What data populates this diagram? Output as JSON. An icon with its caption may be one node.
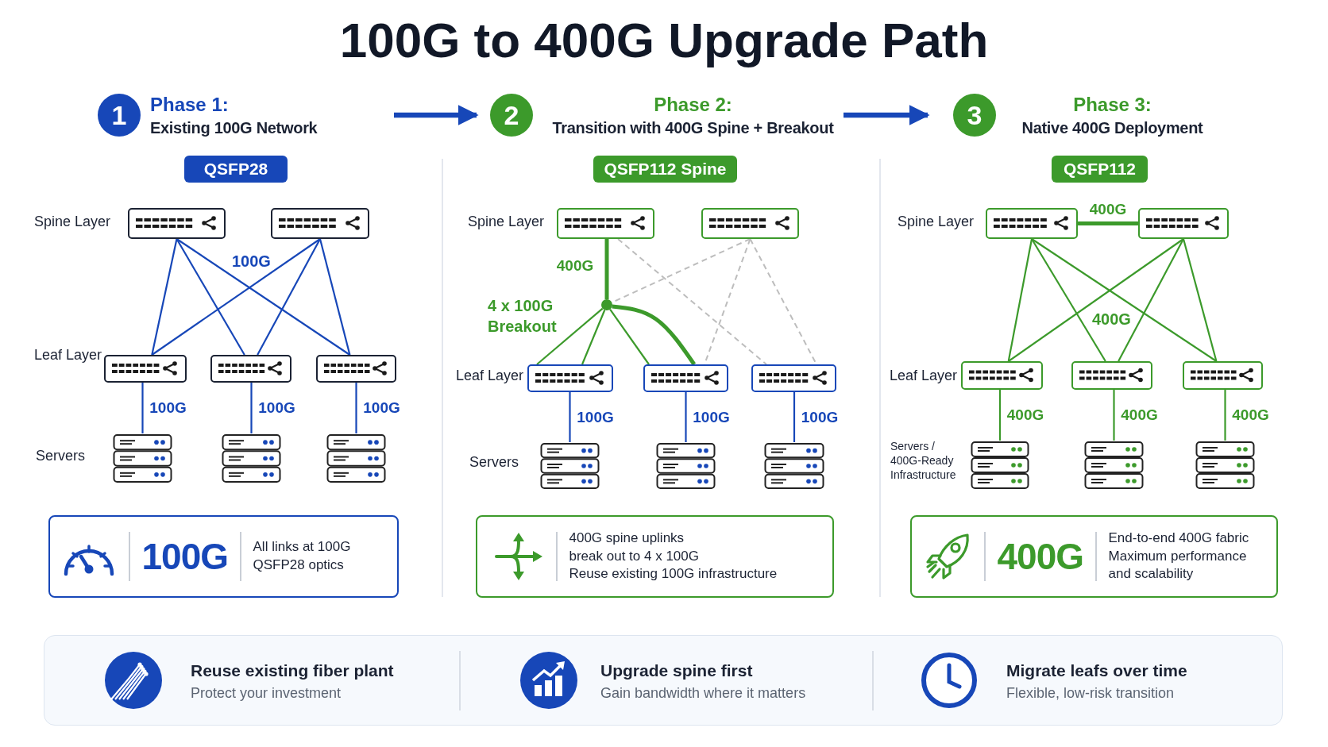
{
  "diagram": {
    "title": "100G to 400G Upgrade Path",
    "nodes": [
      {
        "text": [
          "1",
          "Phase 1:",
          "Existing 100G Network"
        ]
      },
      {
        "text": [
          "2",
          "Phase 2:",
          "Transition with 400G Spine + Breakout"
        ]
      },
      {
        "text": [
          "3",
          "Phase 3:",
          "Native 400G Deployment"
        ]
      },
      {
        "text": [
          "QSFP28"
        ]
      },
      {
        "text": [],
        "shape": "box"
      },
      {
        "text": [],
        "shape": "box"
      },
      {
        "text": [],
        "shape": "box"
      },
      {
        "text": [],
        "shape": "box"
      },
      {
        "text": [],
        "shape": "box"
      },
      {
        "text": [],
        "shape": "server"
      },
      {
        "text": [],
        "shape": "server"
      },
      {
        "text": [],
        "shape": "server"
      },
      {
        "text": [
          "100G",
          "All links at 100G",
          "QSFP28 optics"
        ]
      },
      {
        "text": [
          "QSFP112 Spine"
        ]
      },
      {
        "text": [],
        "shape": "box"
      },
      {
        "text": [],
        "shape": "box"
      },
      {
        "text": [],
        "shape": "circle"
      },
      {
        "text": [],
        "shape": "box"
      },
      {
        "text": [],
        "shape": "box"
      },
      {
        "text": [],
        "shape": "box"
      },
      {
        "text": [],
        "shape": "server"
      },
      {
        "text": [],
        "shape": "server"
      },
      {
        "text": [],
        "shape": "server"
      },
      {
        "text": [
          "400G spine uplinks",
          "break out to 4 x 100G",
          "Reuse existing 100G infrastructure"
        ]
      },
      {
        "text": [
          "QSFP112"
        ]
      },
      {
        "text": [],
        "shape": "box"
      },
      {
        "text": [],
        "shape": "box"
      },
      {
        "text": [],
        "shape": "box"
      },
      {
        "text": [],
        "shape": "box"
      },
      {
        "text": [],
        "shape": "box"
      },
      {
        "text": [],
        "shape": "server"
      },
      {
        "text": [],
        "shape": "server"
      },
      {
        "text": [],
        "shape": "server"
      },
      {
        "text": [
          "400G",
          "End-to-end 400G fabric",
          "Maximum performance and scalability"
        ]
      }
    ],
    "edges": [
      {
        "from": 0,
        "to": 1,
        "arrow": "to",
        "style": "thick",
        "color": "#1747b8"
      },
      {
        "from": 1,
        "to": 2,
        "arrow": "to",
        "style": "thick",
        "color": "#1747b8"
      },
      {
        "from": 4,
        "to": 6,
        "arrow": "none",
        "color": "#1747b8"
      },
      {
        "from": 4,
        "to": 7,
        "arrow": "none",
        "color": "#1747b8"
      },
      {
        "from": 4,
        "to": 8,
        "arrow": "none",
        "color": "#1747b8"
      },
      {
        "from": 5,
        "to": 6,
        "arrow": "none",
        "color": "#1747b8"
      },
      {
        "from": 5,
        "to": 7,
        "arrow": "none",
        "color": "#1747b8"
      },
      {
        "from": 5,
        "to": 8,
        "arrow": "none",
        "color": "#1747b8"
      },
      {
        "from": 6,
        "to": 9,
        "arrow": "none",
        "label": "100G",
        "color": "#1747b8"
      },
      {
        "from": 7,
        "to": 10,
        "arrow": "none",
        "label": "100G",
        "color": "#1747b8"
      },
      {
        "from": 8,
        "to": 11,
        "arrow": "none",
        "label": "100G",
        "color": "#1747b8"
      },
      {
        "from": 14,
        "to": 16,
        "arrow": "none",
        "label": "400G",
        "style": "thick",
        "color": "#3c9a2b"
      },
      {
        "from": 16,
        "to": 17,
        "arrow": "none",
        "color": "#3c9a2b"
      },
      {
        "from": 16,
        "to": 17,
        "arrow": "none",
        "color": "#3c9a2b"
      },
      {
        "from": 16,
        "to": 18,
        "arrow": "none",
        "color": "#3c9a2b"
      },
      {
        "from": 16,
        "to": 18,
        "arrow": "none",
        "style": "thick",
        "color": "#3c9a2b"
      },
      {
        "from": 14,
        "to": 19,
        "arrow": "none",
        "style": "dashed",
        "color": "#bdbdbd"
      },
      {
        "from": 15,
        "to": 16,
        "arrow": "none",
        "style": "dashed",
        "color": "#bdbdbd"
      },
      {
        "from": 15,
        "to": 18,
        "arrow": "none",
        "style": "dashed",
        "color": "#bdbdbd"
      },
      {
        "from": 15,
        "to": 19,
        "arrow": "none",
        "style": "dashed",
        "color": "#bdbdbd"
      },
      {
        "from": 17,
        "to": 20,
        "arrow": "none",
        "label": "100G",
        "color": "#1747b8"
      },
      {
        "from": 18,
        "to": 21,
        "arrow": "none",
        "label": "100G",
        "color": "#1747b8"
      },
      {
        "from": 19,
        "to": 22,
        "arrow": "none",
        "label": "100G",
        "color": "#1747b8"
      },
      {
        "from": 25,
        "to": 26,
        "arrow": "none",
        "label": "400G",
        "style": "thick",
        "color": "#3c9a2b"
      },
      {
        "from": 25,
        "to": 27,
        "arrow": "none",
        "color": "#3c9a2b"
      },
      {
        "from": 25,
        "to": 28,
        "arrow": "none",
        "color": "#3c9a2b"
      },
      {
        "from": 25,
        "to": 29,
        "arrow": "none",
        "color": "#3c9a2b"
      },
      {
        "from": 26,
        "to": 27,
        "arrow": "none",
        "color": "#3c9a2b"
      },
      {
        "from": 26,
        "to": 28,
        "arrow": "none",
        "color": "#3c9a2b"
      },
      {
        "from": 26,
        "to": 29,
        "arrow": "none",
        "color": "#3c9a2b"
      },
      {
        "from": 27,
        "to": 30,
        "arrow": "none",
        "label": "400G",
        "color": "#3c9a2b"
      },
      {
        "from": 28,
        "to": 31,
        "arrow": "none",
        "label": "400G",
        "color": "#3c9a2b"
      },
      {
        "from": 29,
        "to": 32,
        "arrow": "none",
        "label": "400G",
        "color": "#3c9a2b"
      }
    ],
    "labels": [
      "Spine Layer",
      "100G",
      "Leaf Layer",
      "Servers",
      "Spine Layer",
      "4 x 100G Breakout",
      "Leaf Layer",
      "Servers",
      "Spine Layer",
      "400G",
      "Leaf Layer",
      "Servers / 400G-Ready Infrastructure",
      "Reuse existing fiber plant",
      "Protect your investment",
      "Upgrade spine first",
      "Gain bandwidth where it matters",
      "Migrate leafs over time",
      "Flexible, low-risk transition"
    ]
  }
}
